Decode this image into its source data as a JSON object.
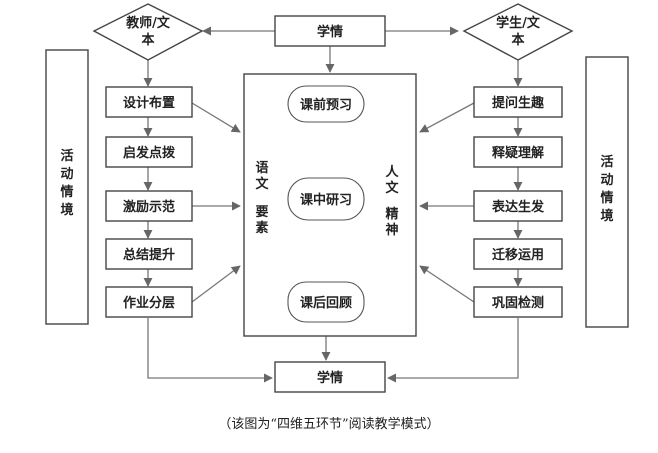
{
  "top_center": "学情",
  "bottom_center": "学情",
  "left_diamond": [
    "教师/文",
    "本"
  ],
  "right_diamond": [
    "学生/文",
    "本"
  ],
  "left_steps": [
    "设计布置",
    "启发点拨",
    "激励示范",
    "总结提升",
    "作业分层"
  ],
  "right_steps": [
    "提问生趣",
    "释疑理解",
    "表达生发",
    "迁移运用",
    "巩固检测"
  ],
  "center_stages": [
    "课前预习",
    "课中研习",
    "课后回顾"
  ],
  "center_left_vertical": "语文要素",
  "center_right_vertical": "人文精神",
  "left_side_panel": "活动情境",
  "right_side_panel": "活动情境",
  "caption": "（该图为“四维五环节”阅读教学模式）"
}
